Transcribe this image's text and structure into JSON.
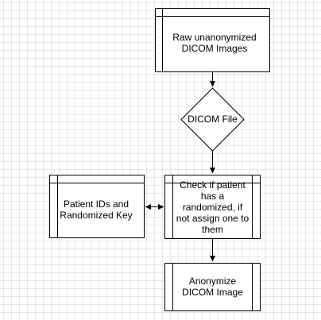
{
  "nodes": {
    "raw_images": {
      "label": "Raw unanonymized DICOM Images"
    },
    "dicom_file": {
      "label": "DICOM File"
    },
    "check_patient": {
      "label": "Check if patient has a randomized, if not assign one to them"
    },
    "patient_ids": {
      "label": "Patient IDs and Randomized Key"
    },
    "anonymize": {
      "label": "Anonymize DICOM Image"
    }
  },
  "colors": {
    "stroke": "#000000",
    "fill": "#ffffff",
    "grid": "#e6e6e6"
  }
}
